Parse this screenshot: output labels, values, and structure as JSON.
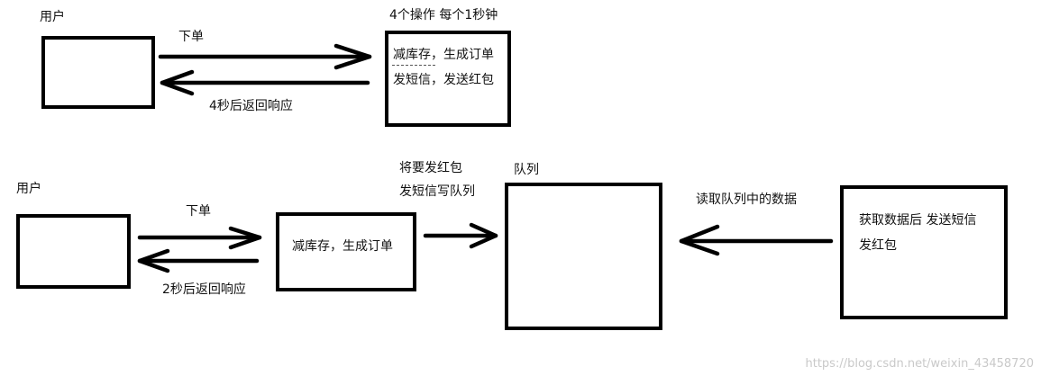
{
  "top": {
    "user_label": "用户",
    "order_label": "下单",
    "return_label": "4秒后返回响应",
    "ops_title": "4个操作 每个1秒钟",
    "box_line1": "减库存，生成订单",
    "box_line2": "发短信，发送红包"
  },
  "bottom": {
    "user_label": "用户",
    "order_label": "下单",
    "return_label": "2秒后返回响应",
    "order_box_text": "减库存，生成订单",
    "enqueue_line1": "将要发红包",
    "enqueue_line2": "发短信写队列",
    "queue_label": "队列",
    "read_label": "读取队列中的数据",
    "consumer_line1": "获取数据后 发送短信",
    "consumer_line2": "发红包"
  },
  "watermark": "https://blog.csdn.net/weixin_43458720"
}
